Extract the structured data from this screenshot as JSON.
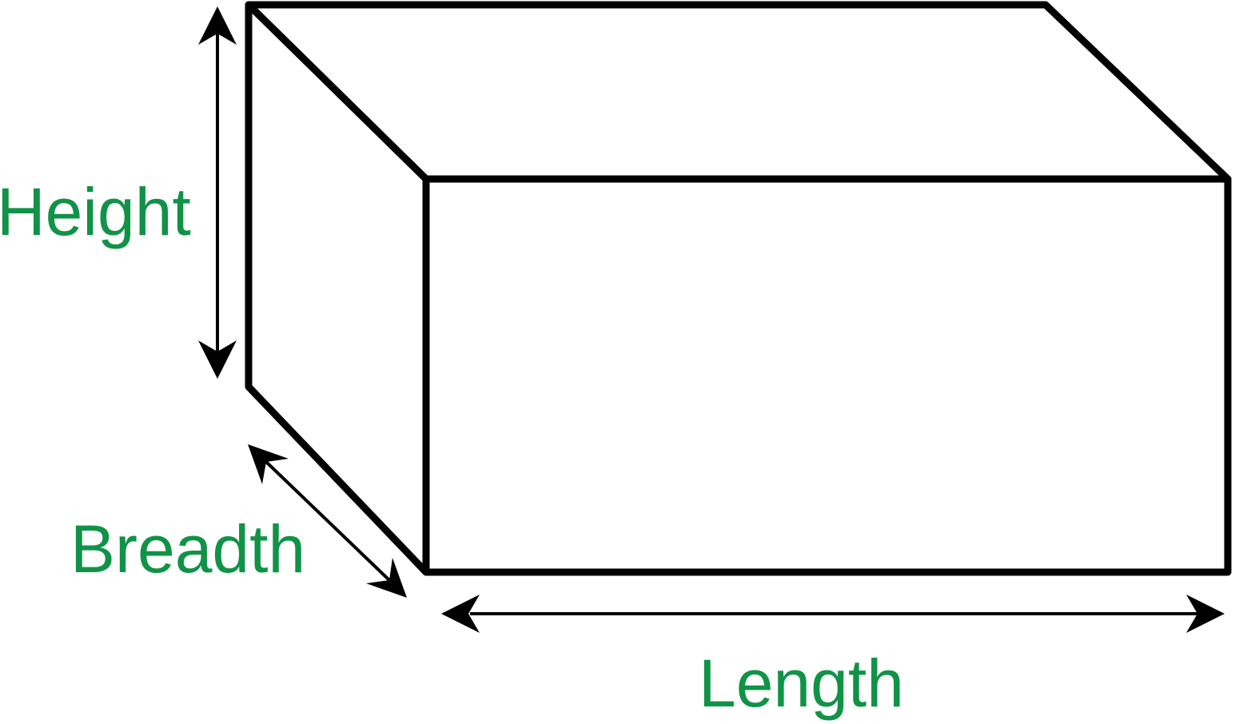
{
  "diagram": {
    "labels": {
      "height": "Height",
      "breadth": "Breadth",
      "length": "Length"
    },
    "colors": {
      "label": "#109347",
      "outline": "#000000",
      "background": "#ffffff"
    }
  }
}
